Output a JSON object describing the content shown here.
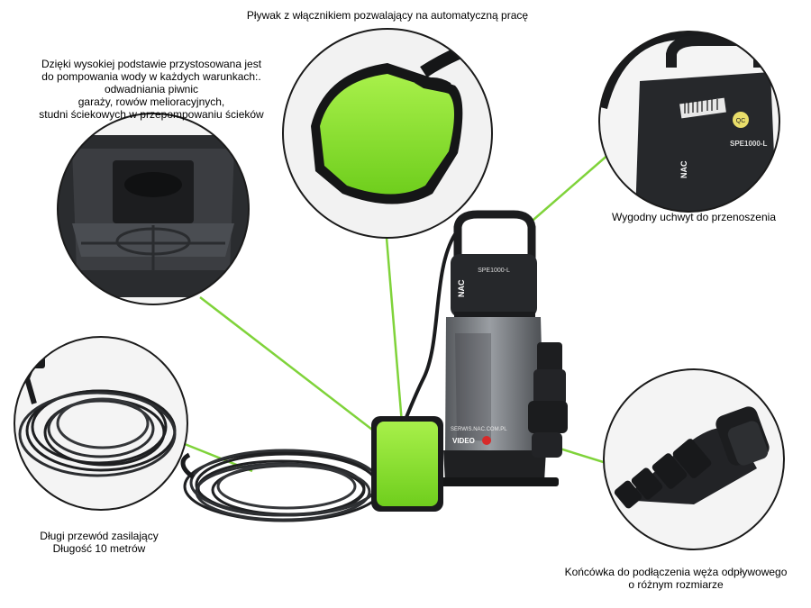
{
  "captions": {
    "float": "Pływak z włącznikiem pozwalający na automatyczną pracę",
    "base": [
      "Dzięki wysokiej podstawie przystosowana jest",
      "do pompowania  wody w każdych warunkach:.",
      "odwadniania piwnic",
      "garaży, rowów melioracyjnych,",
      "studni ściekowych w przepompowaniu ścieków"
    ],
    "handle": "Wygodny uchwyt do przenoszenia",
    "cable": [
      "Długi przewód zasilający",
      "Długość 10 metrów"
    ],
    "hose": [
      "Końcówka do podłączenia węża odpływowego",
      "o różnym rozmiarze"
    ]
  },
  "product": {
    "model": "SPE1000-L",
    "brand_logo": "NAC",
    "website": "SERWIS.NAC.COM.PL",
    "video_label": "VIDEO",
    "qc_label": "QC"
  },
  "colors": {
    "accent_green": "#8ee82a",
    "callout_line": "#7fd33a",
    "body_dark": "#2b2d30",
    "body_grey": "#7b7f84"
  }
}
